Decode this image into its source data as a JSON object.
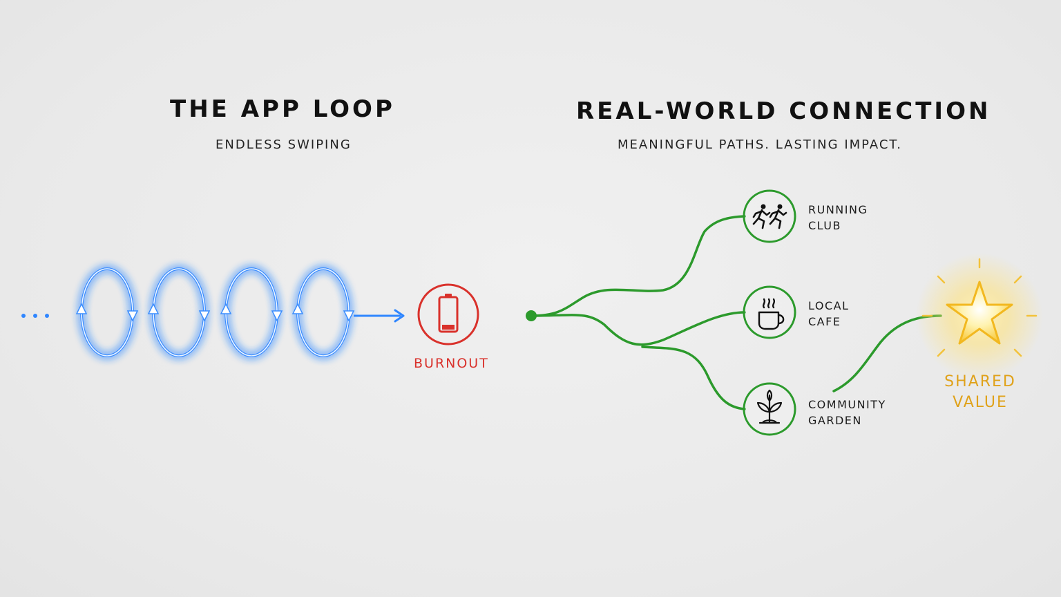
{
  "left_panel": {
    "title": "THE APP LOOP",
    "subtitle": "ENDLESS SWIPING",
    "end_label": "BURNOUT",
    "loop_count": 4,
    "loop_color": "#2f86ff",
    "end_color": "#d9312b"
  },
  "right_panel": {
    "title": "REAL-WORLD CONNECTION",
    "subtitle": "MEANINGFUL PATHS. LASTING IMPACT.",
    "path_color": "#2c9a2c",
    "nodes": [
      {
        "line1": "RUNNING",
        "line2": "CLUB",
        "icon": "running-people-icon"
      },
      {
        "line1": "LOCAL",
        "line2": "CAFE",
        "icon": "coffee-cup-icon"
      },
      {
        "line1": "COMMUNITY",
        "line2": "GARDEN",
        "icon": "sprout-icon"
      }
    ],
    "result": {
      "line1": "SHARED",
      "line2": "VALUE",
      "icon": "star-icon",
      "color": "#e0a21a"
    }
  }
}
